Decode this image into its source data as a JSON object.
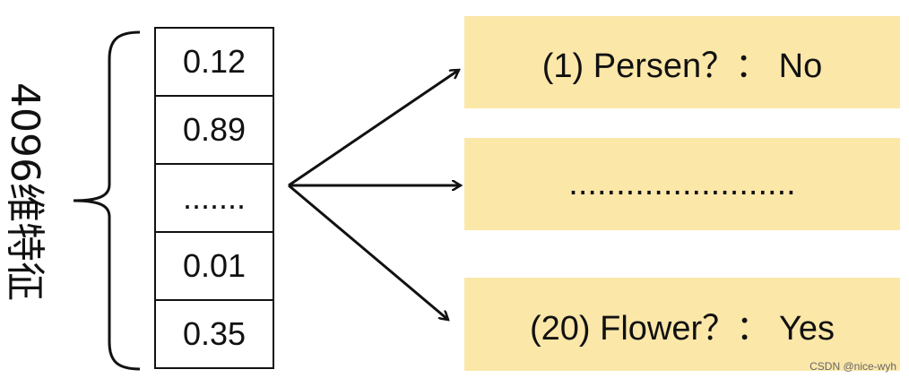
{
  "side_label": "4096维特征",
  "vector": {
    "cells": [
      "0.12",
      "0.89",
      ".......",
      "0.01",
      "0.35"
    ]
  },
  "outputs": [
    "(1) Persen？： No",
    "........................",
    "(20) Flower？： Yes"
  ],
  "watermark": "CSDN @nice-wyh",
  "colors": {
    "box_fill": "#fbe7a8",
    "line": "#111111"
  }
}
